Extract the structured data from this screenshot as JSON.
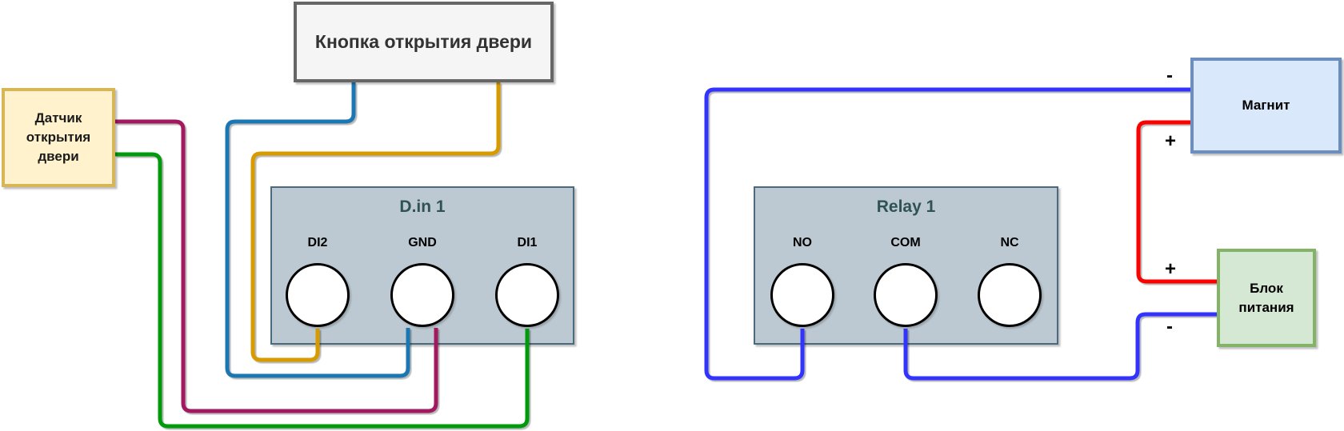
{
  "canvas": {
    "background": "#FFFFFF"
  },
  "boxes": {
    "button": {
      "label": "Кнопка открытия двери",
      "fill": "#F5F5F5",
      "border": "#666666",
      "text_color": "#333333"
    },
    "sensor": {
      "label": "Датчик\nоткрытия\nдвери",
      "fill": "#FFF2CC",
      "border": "#D6B656",
      "text_color": "#1A1A1A"
    },
    "magnet": {
      "label": "Магнит",
      "fill": "#DAE8FC",
      "border": "#6C8EBF",
      "text_color": "#000000"
    },
    "psu": {
      "label": "Блок\nпитания",
      "fill": "#D5E8D4",
      "border": "#82B366",
      "text_color": "#000000"
    }
  },
  "modules": {
    "din": {
      "title": "D.in 1",
      "fill": "#BCC9D2",
      "border": "#4C6A7D",
      "title_color": "#2F5353",
      "terminals": [
        {
          "id": "di2",
          "label": "DI2"
        },
        {
          "id": "gnd",
          "label": "GND"
        },
        {
          "id": "di1",
          "label": "DI1"
        }
      ]
    },
    "relay": {
      "title": "Relay 1",
      "fill": "#BCC9D2",
      "border": "#4C6A7D",
      "title_color": "#2F5353",
      "terminals": [
        {
          "id": "no",
          "label": "NO"
        },
        {
          "id": "com",
          "label": "COM"
        },
        {
          "id": "nc",
          "label": "NC"
        }
      ]
    }
  },
  "polarity": {
    "magnet_minus": "-",
    "magnet_plus": "+",
    "psu_plus": "+",
    "psu_minus": "-"
  },
  "wires": [
    {
      "name": "wire-button-to-gnd",
      "color": "#1B77B4"
    },
    {
      "name": "wire-button-to-di2",
      "color": "#D79B00"
    },
    {
      "name": "wire-sensor-to-gnd",
      "color": "#A2195F"
    },
    {
      "name": "wire-sensor-to-di1",
      "color": "#009B0D"
    },
    {
      "name": "wire-magnet-to-no",
      "color": "#3333FF"
    },
    {
      "name": "wire-com-to-psu",
      "color": "#3333FF"
    },
    {
      "name": "wire-magnet-to-psu",
      "color": "#FF0000"
    }
  ]
}
